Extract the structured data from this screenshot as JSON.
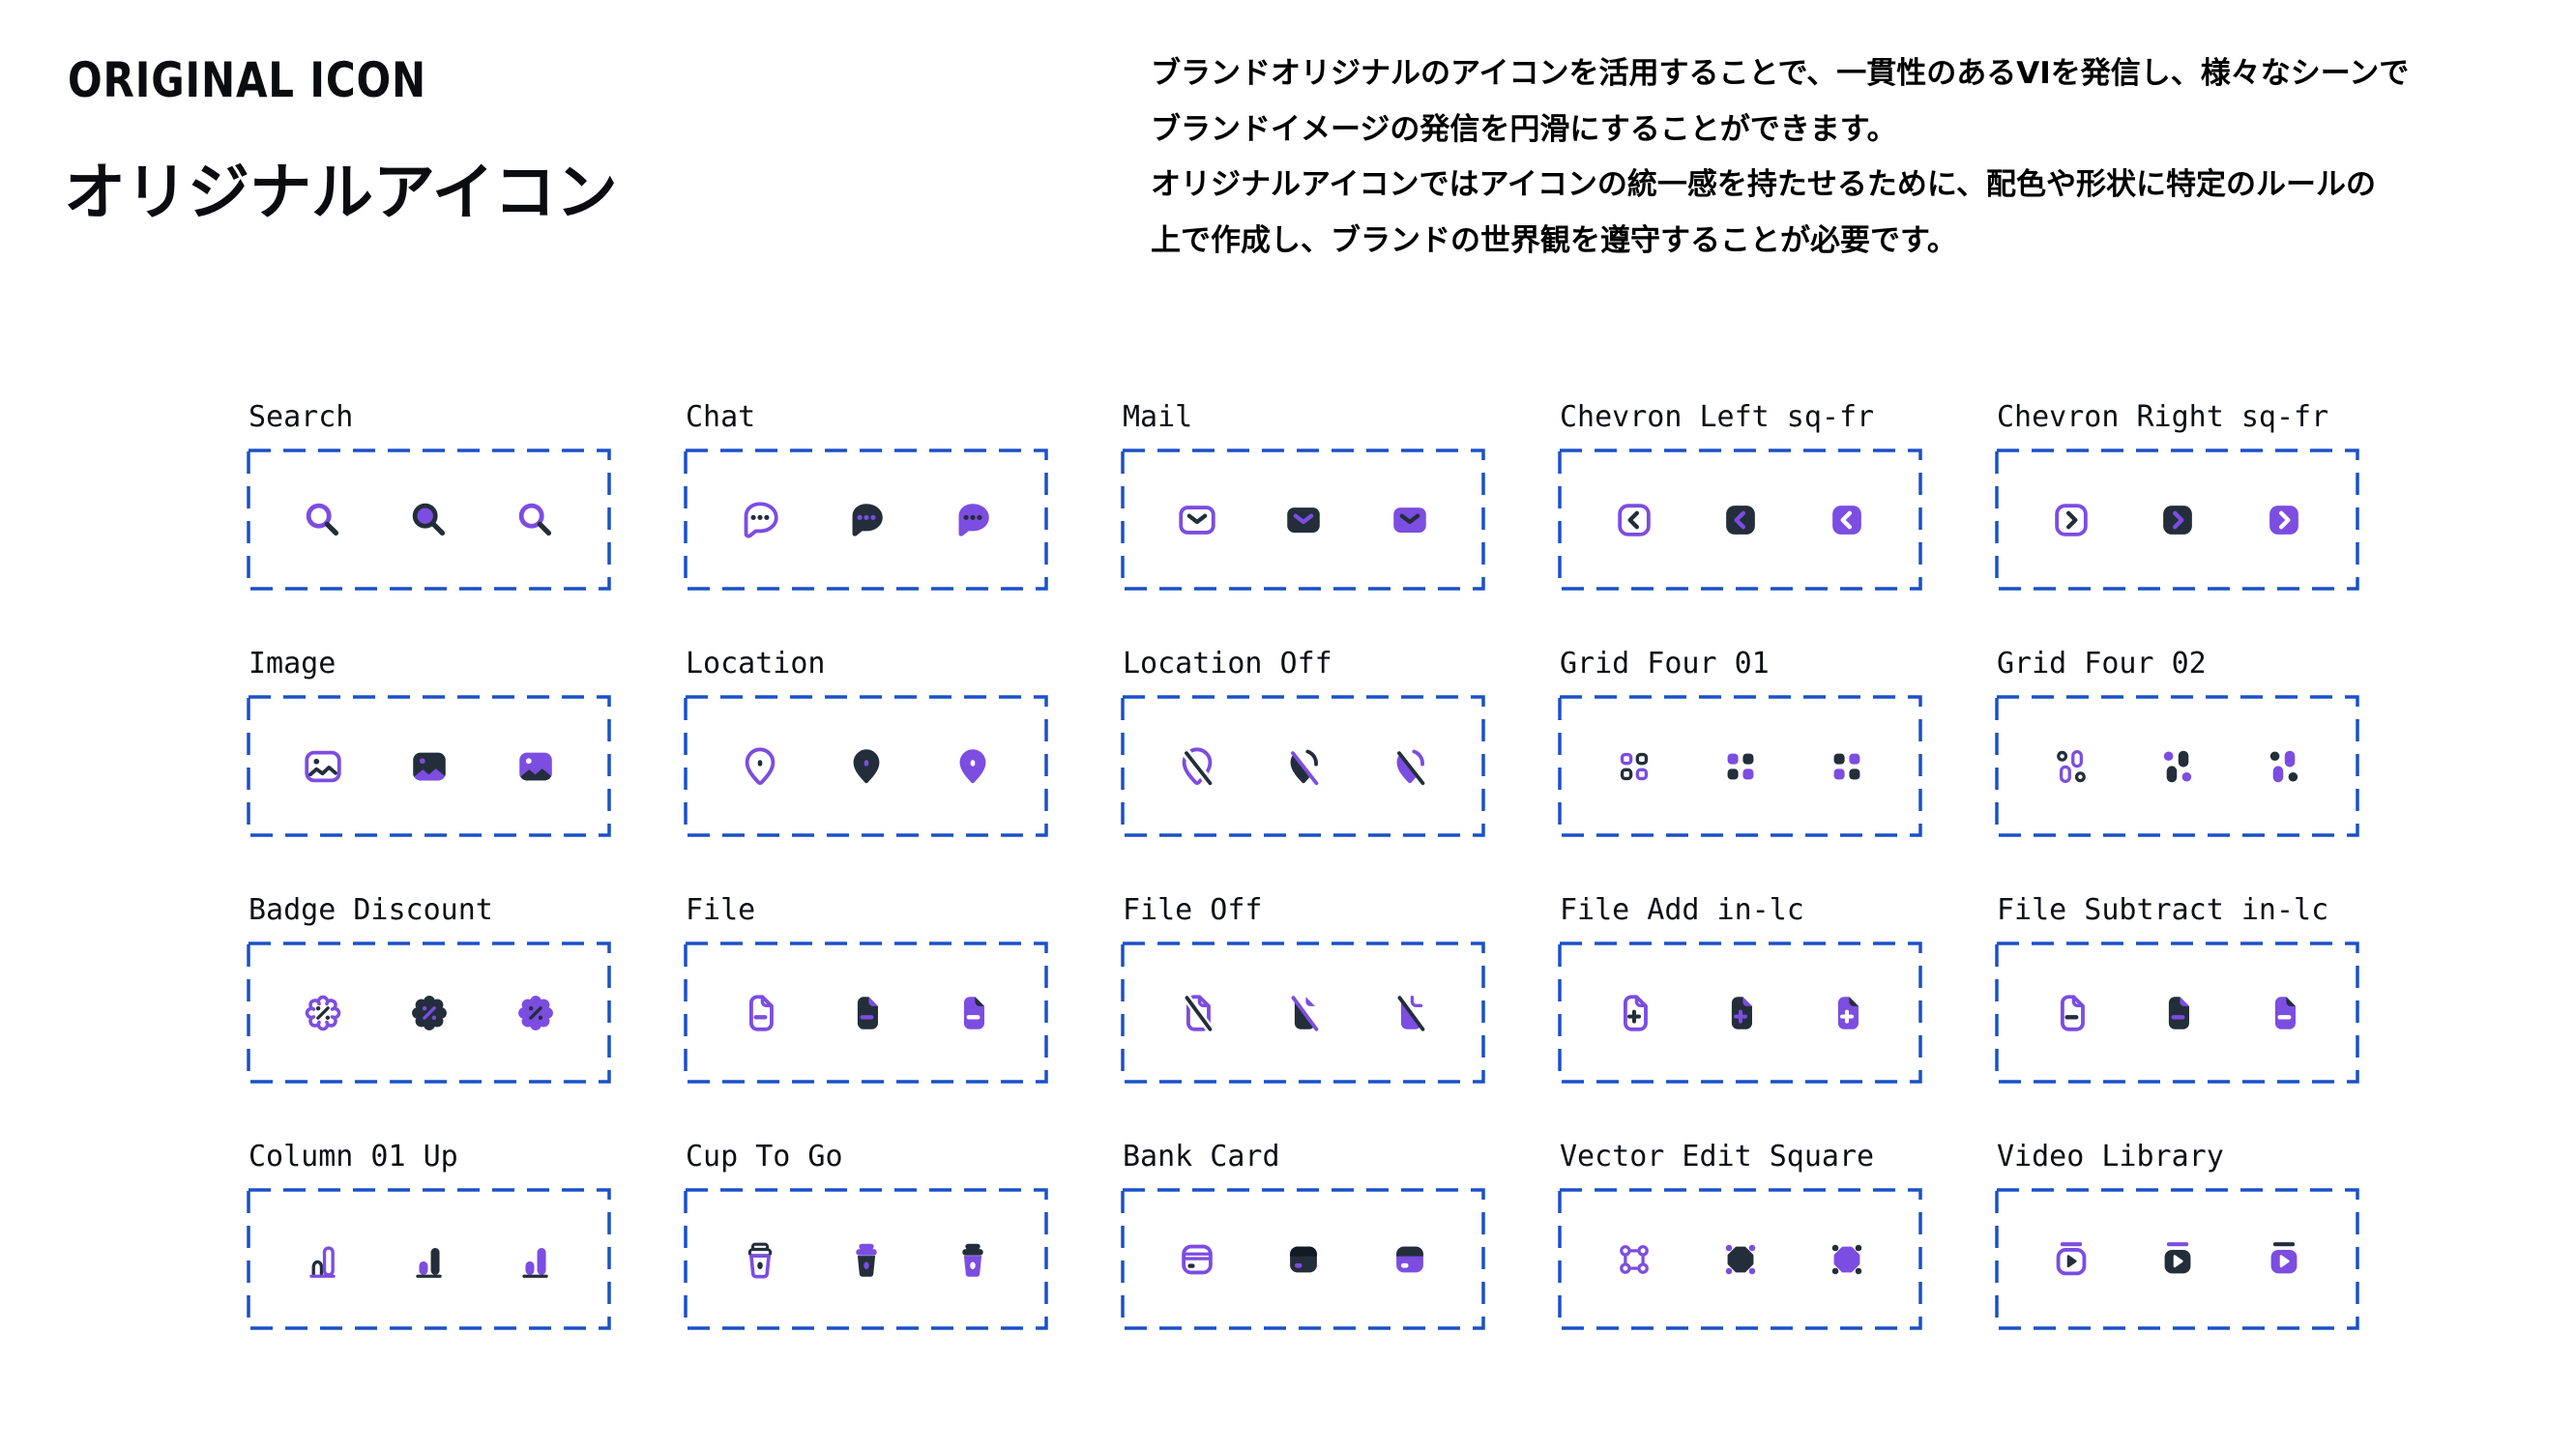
{
  "header": {
    "title_en": "ORIGINAL ICON",
    "title_ja": "オリジナルアイコン"
  },
  "description": {
    "lines": [
      "ブランドオリジナルのアイコンを活用することで、一貫性のあるVIを発信し、様々なシーンで",
      "ブランドイメージの発信を円滑にすることができます。",
      "オリジナルアイコンではアイコンの統一感を持たせるために、配色や形状に特定のルールの",
      "上で作成し、ブランドの世界観を遵守することが必要です。"
    ]
  },
  "colors": {
    "purple": "#7C4DE1",
    "dark": "#232E3A",
    "dark_deep": "#121A23",
    "white": "#FFFFFF",
    "border_blue": "#1A50C8",
    "text": "#0B0E14"
  },
  "grid": {
    "variant_styles": [
      "outline",
      "dark-fill",
      "purple-fill"
    ],
    "groups": [
      {
        "label": "Search",
        "icon": "search-icon"
      },
      {
        "label": "Chat",
        "icon": "chat-icon"
      },
      {
        "label": "Mail",
        "icon": "mail-icon"
      },
      {
        "label": "Chevron Left sq-fr",
        "icon": "chevron-left-square-icon"
      },
      {
        "label": "Chevron Right sq-fr",
        "icon": "chevron-right-square-icon"
      },
      {
        "label": "Image",
        "icon": "image-icon"
      },
      {
        "label": "Location",
        "icon": "location-icon"
      },
      {
        "label": "Location Off",
        "icon": "location-off-icon"
      },
      {
        "label": "Grid Four 01",
        "icon": "grid-four-01-icon"
      },
      {
        "label": "Grid Four 02",
        "icon": "grid-four-02-icon"
      },
      {
        "label": "Badge Discount",
        "icon": "badge-discount-icon"
      },
      {
        "label": "File",
        "icon": "file-icon"
      },
      {
        "label": "File Off",
        "icon": "file-off-icon"
      },
      {
        "label": "File Add in-lc",
        "icon": "file-add-icon"
      },
      {
        "label": "File Subtract in-lc",
        "icon": "file-subtract-icon"
      },
      {
        "label": "Column 01 Up",
        "icon": "column-01-up-icon"
      },
      {
        "label": "Cup To Go",
        "icon": "cup-to-go-icon"
      },
      {
        "label": "Bank Card",
        "icon": "bank-card-icon"
      },
      {
        "label": "Vector Edit Square",
        "icon": "vector-edit-square-icon"
      },
      {
        "label": "Video Library",
        "icon": "video-library-icon"
      }
    ]
  }
}
